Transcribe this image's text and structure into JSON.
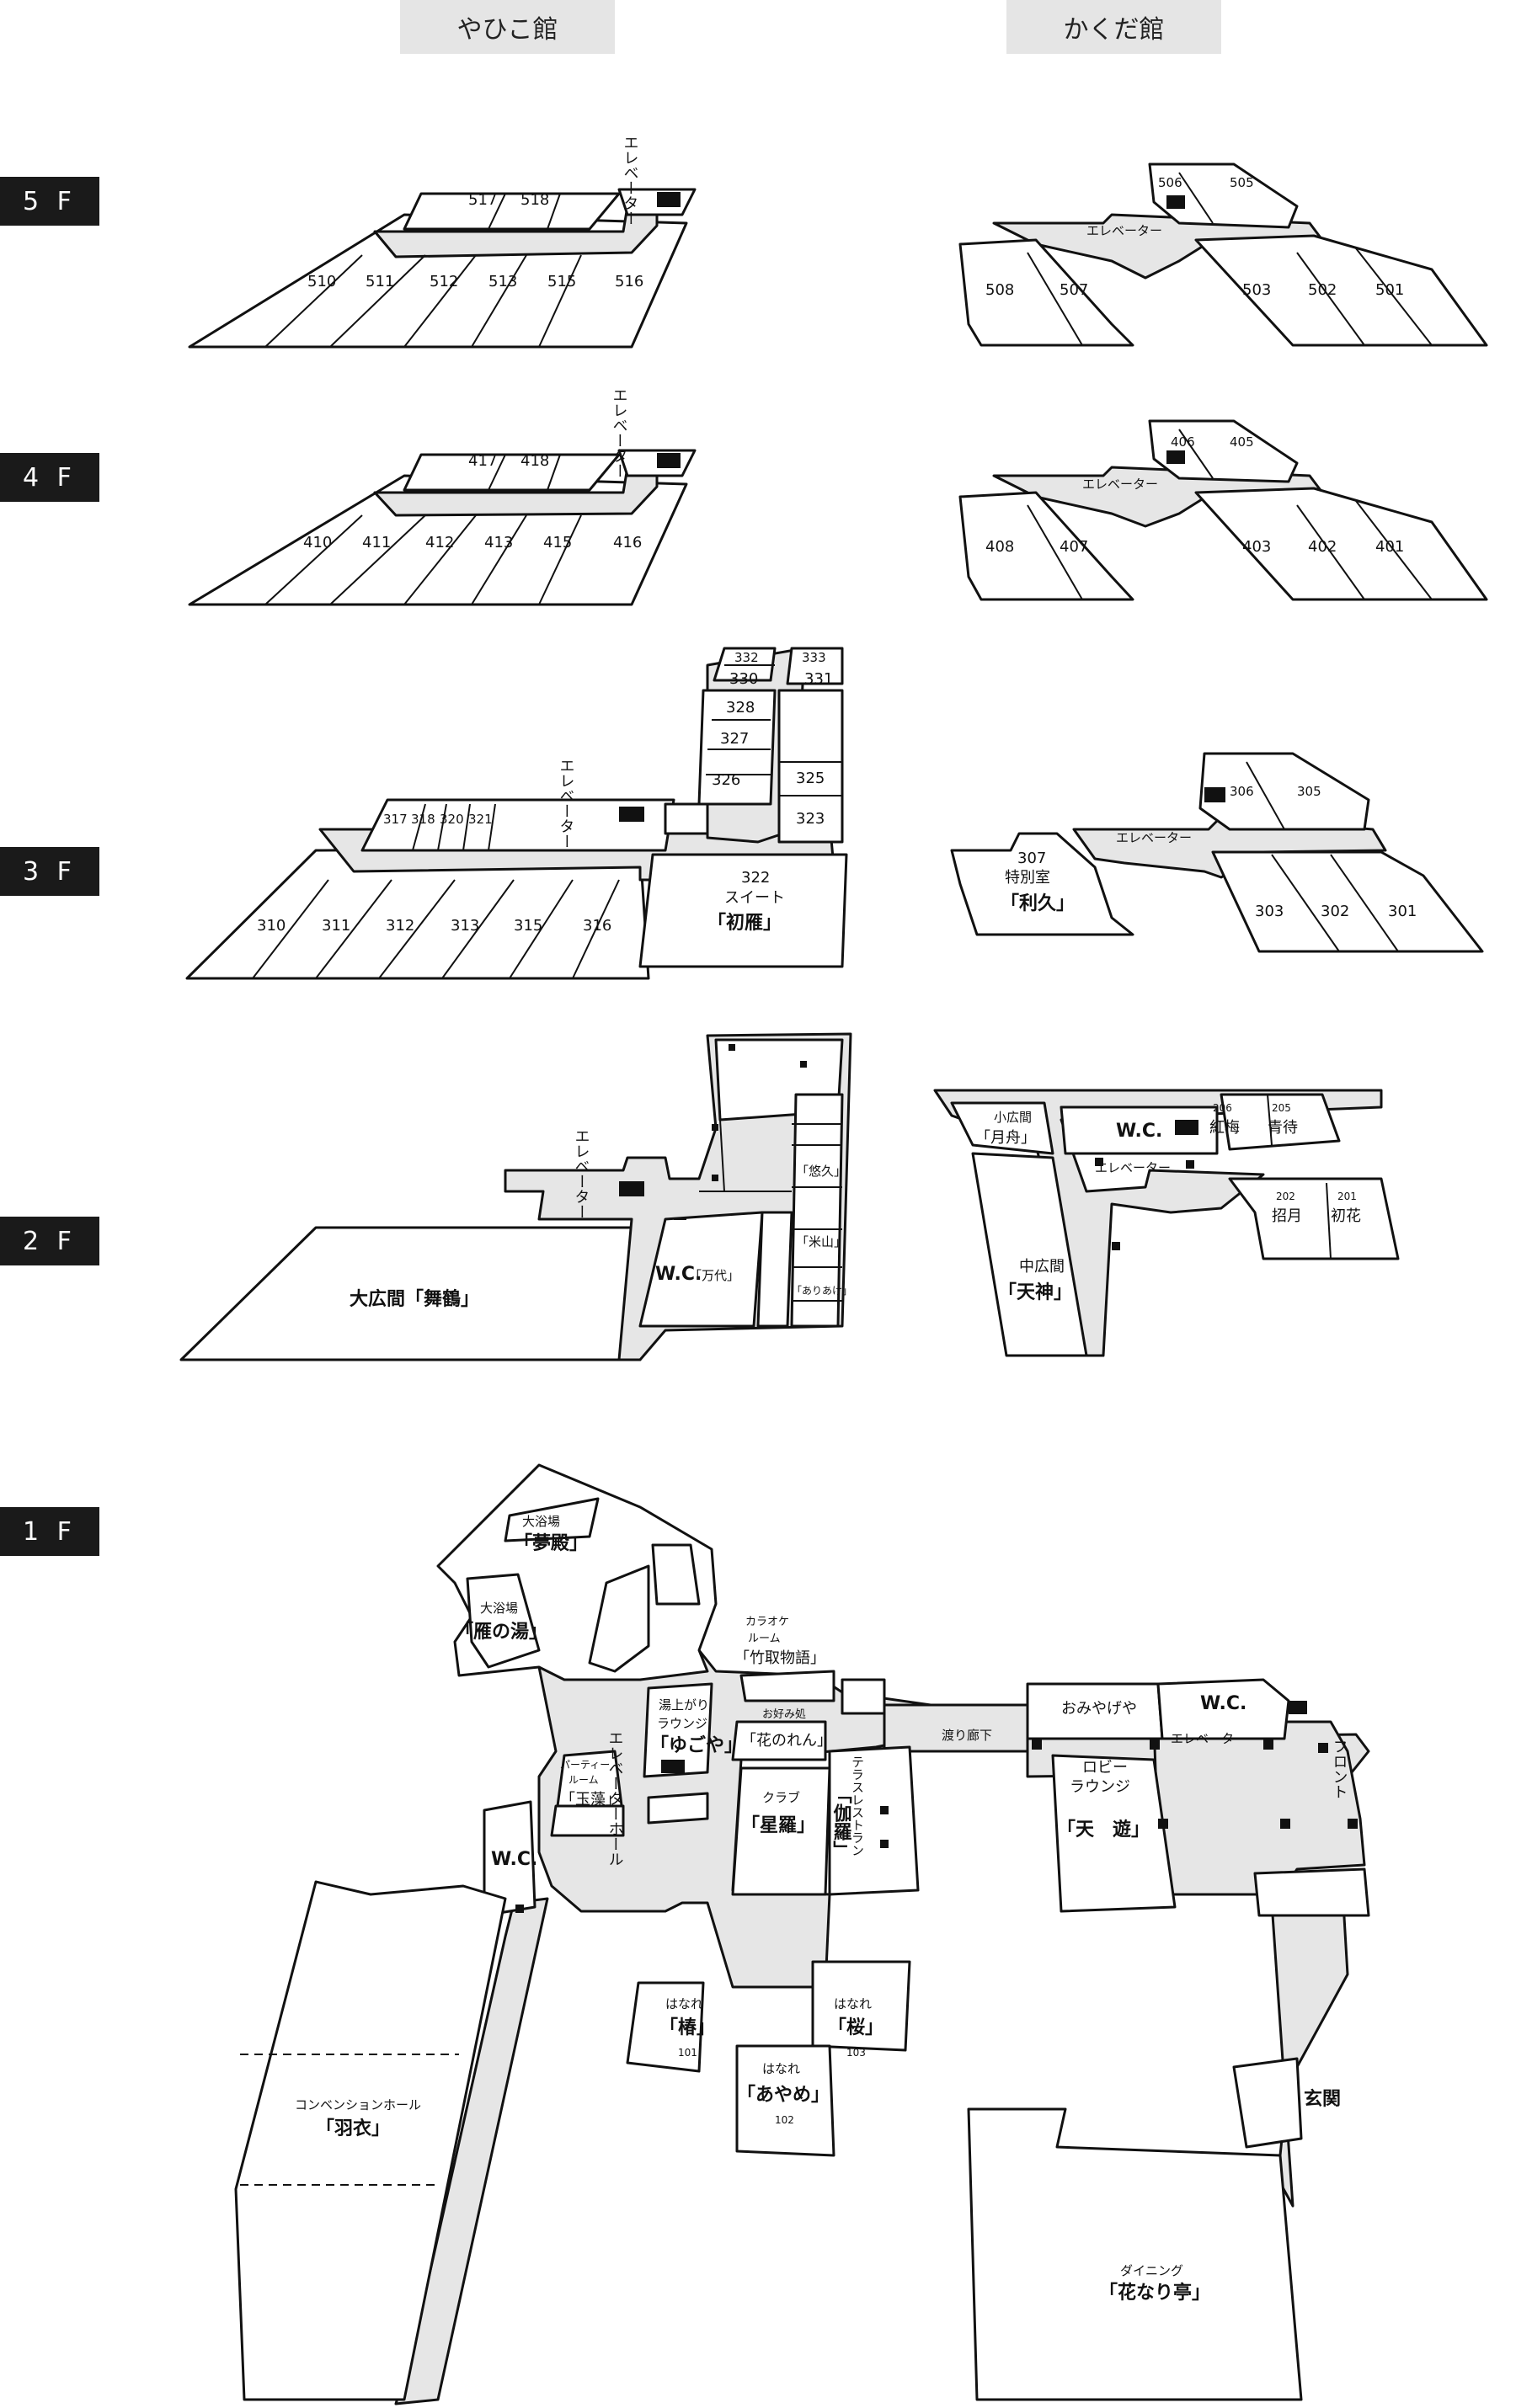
{
  "buildings": {
    "yahiko": "やひこ館",
    "kakuda": "かくだ館"
  },
  "floors": {
    "f5": "5 F",
    "f4": "4 F",
    "f3": "3 F",
    "f2": "2 F",
    "f1": "1 F"
  },
  "elevator": "エレベーター",
  "floor5": {
    "yahiko_rooms": [
      "510",
      "511",
      "512",
      "513",
      "515",
      "516",
      "517",
      "518"
    ],
    "kakuda_rooms": [
      "506",
      "505",
      "508",
      "507",
      "503",
      "502",
      "501"
    ]
  },
  "floor4": {
    "yahiko_rooms": [
      "410",
      "411",
      "412",
      "413",
      "415",
      "416",
      "417",
      "418"
    ],
    "kakuda_rooms": [
      "406",
      "405",
      "408",
      "407",
      "403",
      "402",
      "401"
    ]
  },
  "floor3": {
    "yahiko_rooms": [
      "310",
      "311",
      "312",
      "313",
      "315",
      "316",
      "317",
      "318",
      "320",
      "321"
    ],
    "annex_rooms": [
      "332",
      "333",
      "330",
      "331",
      "328",
      "327",
      "326",
      "325",
      "323"
    ],
    "suite_no": "322",
    "suite_type": "スイート",
    "suite_name": "「初雁」",
    "kakuda_rooms": [
      "306",
      "305",
      "303",
      "302",
      "301"
    ],
    "special_no": "307",
    "special_type": "特別室",
    "special_name": "「利久」"
  },
  "floor2": {
    "maizuru": "大広間「舞鶴」",
    "wc": "W.C.",
    "manyo": "「万代」",
    "yuukyu": "「悠久」",
    "yoneyama": "「米山」",
    "ariake": "「ありあけ」",
    "small_hall": "小広間",
    "tsukifune": "「月舟」",
    "wc2": "W.C.",
    "r206": "206",
    "kobai": "紅梅",
    "r205": "205",
    "seitai": "青待",
    "r202": "202",
    "shougetsu": "招月",
    "r201": "201",
    "hatsuhana": "初花",
    "mid_hall": "中広間",
    "tenjin": "「天神」"
  },
  "floor1": {
    "bath_big": "大浴場",
    "yumedono": "「夢殿」",
    "bath_big2": "大浴場",
    "kari_no_yu": "「雁の湯」",
    "karaoke": "カラオケ",
    "karaoke2": "ルーム",
    "taketori": "「竹取物語」",
    "yuagari": "湯上がり",
    "lounge": "ラウンジ",
    "yugoya": "「ゆごや」",
    "okonomi": "お好み処",
    "hanaren": "「花のれん」",
    "party": "パーティー",
    "party2": "ルーム",
    "tamamo": "「玉藻」",
    "elevator_hall": "エレベーターホール",
    "wc": "W.C.",
    "club": "クラブ",
    "seira": "「星羅」",
    "terrace": "テラスレストラン",
    "kyara": "「伽羅」",
    "watari": "渡り廊下",
    "omiyage": "おみやげや",
    "wc2": "W.C.",
    "lobby": "ロビー",
    "lobby_lounge": "ラウンジ",
    "tenyu": "「天　遊」",
    "front": "フロント",
    "genkan": "玄関",
    "hanare1": "はなれ",
    "tsubaki": "「椿」",
    "r101": "101",
    "hanare2": "はなれ",
    "sakura": "「桜」",
    "r103": "103",
    "hanare3": "はなれ",
    "ayame": "「あやめ」",
    "r102": "102",
    "convention": "コンベンションホール",
    "hagoromo": "「羽衣」",
    "dining": "ダイニング",
    "hananari": "「花なり亭」"
  }
}
